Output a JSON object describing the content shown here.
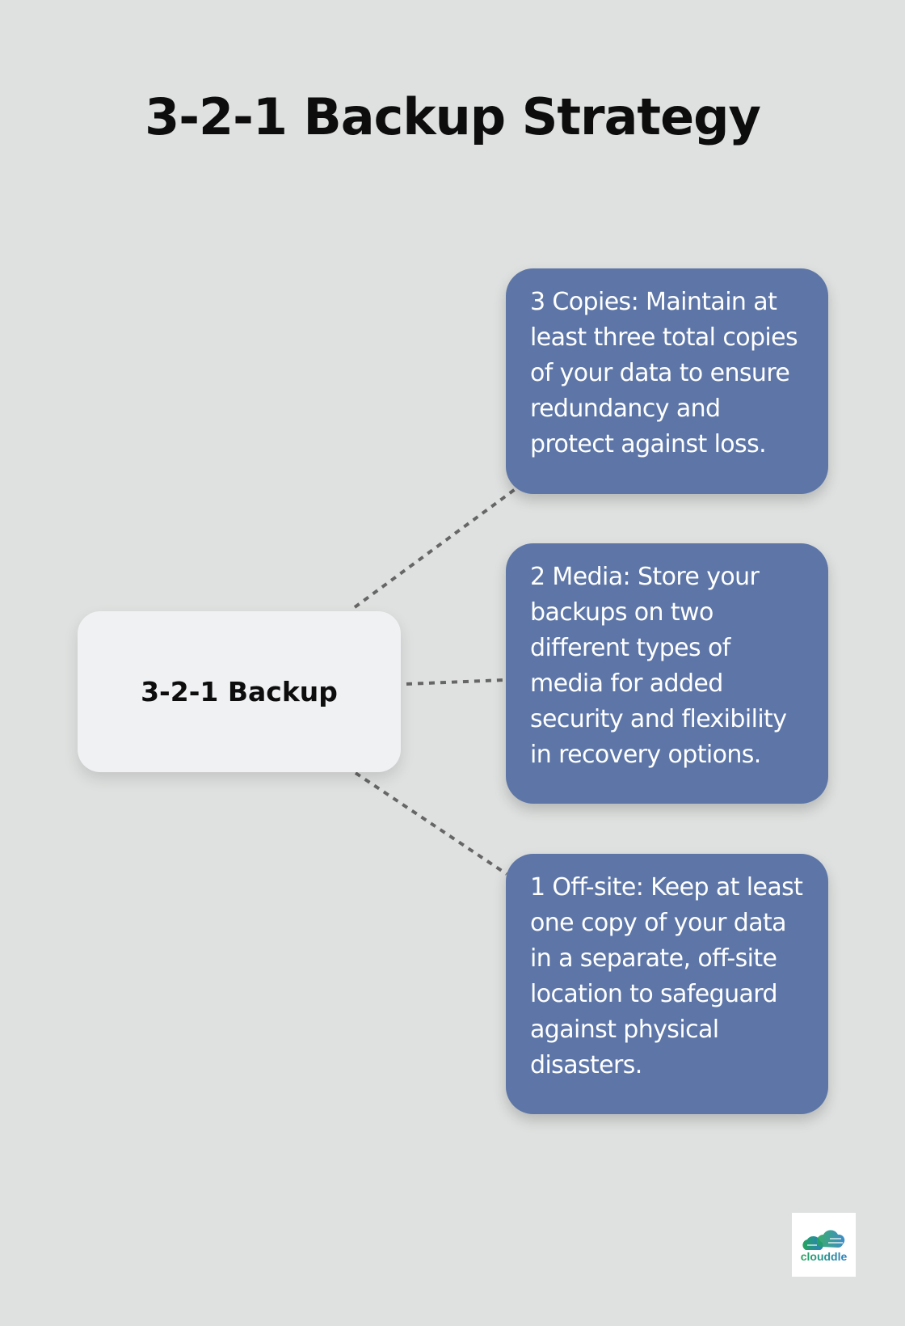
{
  "title": "3-2-1 Backup Strategy",
  "center_node": {
    "label": "3-2-1 Backup"
  },
  "cards": [
    {
      "text": "3 Copies: Maintain at least three total copies of your data to ensure redundancy and protect against loss."
    },
    {
      "text": "2 Media: Store your backups on two different types of media for added security and flexibility in recovery options."
    },
    {
      "text": "1 Off-site: Keep at least one copy of your data in a separate, off-site location to safeguard against physical disasters."
    }
  ],
  "logo": {
    "text": "clouddle"
  },
  "colors": {
    "background": "#dfe1e0",
    "card": "#5d76a7",
    "center": "#f0f1f3",
    "connector": "#666666"
  }
}
